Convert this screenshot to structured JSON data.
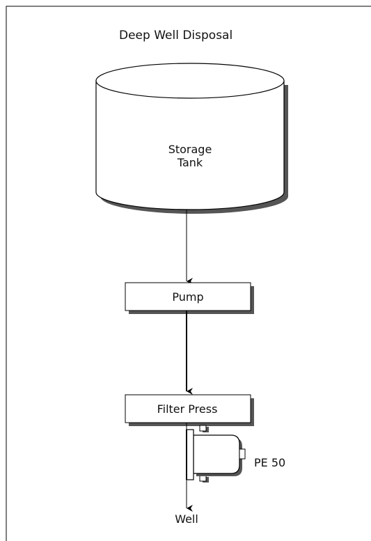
{
  "title": "Deep Well Disposal",
  "nodes": {
    "tank": {
      "line1": "Storage",
      "line2": "Tank"
    },
    "pump": {
      "label": "Pump"
    },
    "filter_press": {
      "label": "Filter Press"
    },
    "meter": {
      "label": "PE 50"
    },
    "well": {
      "label": "Well"
    }
  },
  "colors": {
    "stroke": "#000000",
    "shadow": "#555555",
    "fill": "#ffffff"
  }
}
